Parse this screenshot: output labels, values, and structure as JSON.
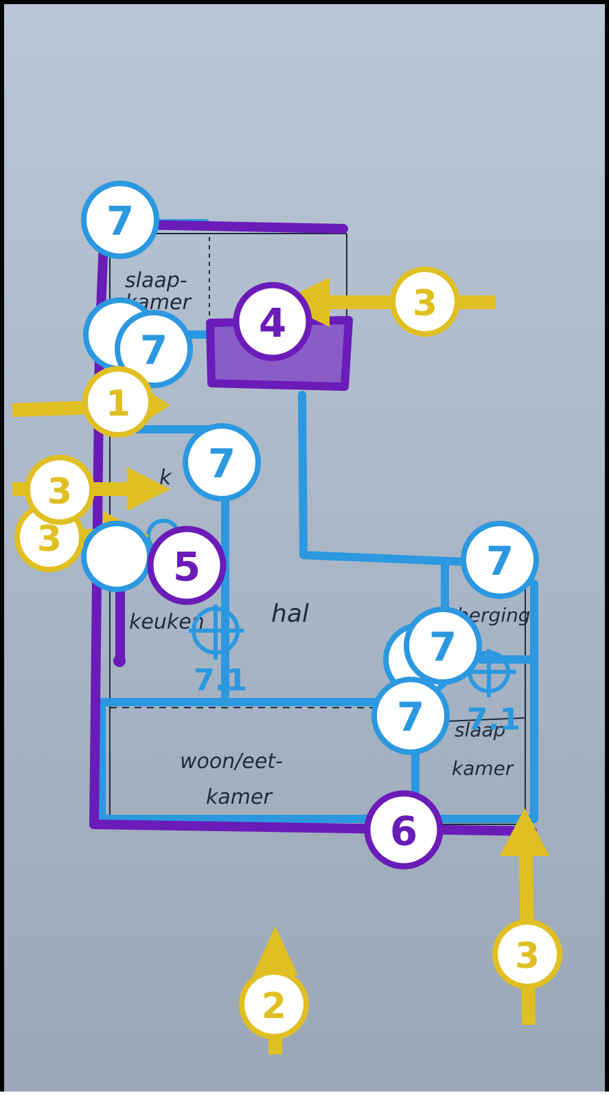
{
  "colors": {
    "paper": "#a9b6c4",
    "ink": "#1f2a40",
    "wall": "#2b98e0",
    "outline": "#6a1bb8",
    "block": "#8a5cc8",
    "arrow": "#e0bf22",
    "bubble_fill": "#ffffff"
  },
  "rooms": {
    "slaapkamer_top_1": "slaap-",
    "slaapkamer_top_2": "kamer",
    "keuken_1": "k",
    "keuken_2": "keuken",
    "hal": "hal",
    "berging": "berging",
    "slaapkamer_right_1": "slaap",
    "slaapkamer_right_2": "kamer",
    "woon_1": "woon/eet-",
    "woon_2": "kamer"
  },
  "markers": {
    "m1": "1",
    "m2": "2",
    "m3": "3",
    "m4": "4",
    "m5": "5",
    "m6": "6",
    "m7": "7",
    "m71": "7.1"
  }
}
